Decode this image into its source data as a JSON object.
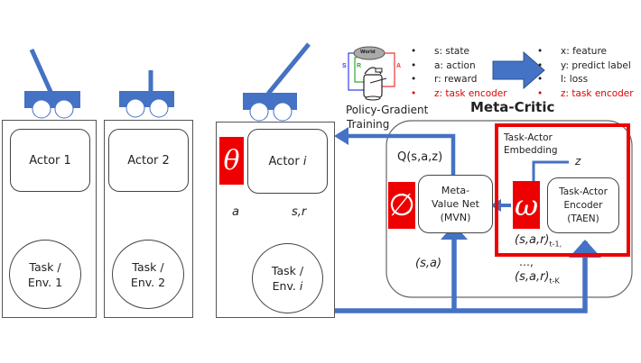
{
  "colors": {
    "arrow_blue": "#4472c4",
    "param_red": "#ee0000",
    "taen_frame_red": "#ee0000"
  },
  "carts": [
    {
      "name": "cart-1",
      "pole": "tilted-left"
    },
    {
      "name": "cart-2",
      "pole": "upright"
    },
    {
      "name": "cart-i",
      "pole": "tilted-right"
    }
  ],
  "actors": [
    {
      "actor_label": "Actor 1",
      "task_line1": "Task /",
      "task_line2": "Env. 1"
    },
    {
      "actor_label": "Actor 2",
      "task_line1": "Task /",
      "task_line2": "Env. 2"
    },
    {
      "actor_label": "Actor ",
      "actor_italic": "i",
      "task_line1": "Task /",
      "task_line2": "Env. ",
      "task_italic": "i"
    }
  ],
  "actor_i_params": {
    "theta": "θ",
    "action_label": "a",
    "state_reward_label": "s,r"
  },
  "rl_icon": {
    "world_label": "World",
    "s_label": "S",
    "r_label": "R",
    "a_label": "A"
  },
  "policy_gradient": {
    "line1": "Policy-Gradient",
    "line2": "Training"
  },
  "rl_terms": [
    {
      "text": "s: state",
      "highlight": false
    },
    {
      "text": "a: action",
      "highlight": false
    },
    {
      "text": "r: reward",
      "highlight": false
    },
    {
      "text": "z: task encoder",
      "highlight": true
    }
  ],
  "sl_terms": [
    {
      "text": "x: feature",
      "highlight": false
    },
    {
      "text": "y: predict label",
      "highlight": false
    },
    {
      "text": "l: loss",
      "highlight": false
    },
    {
      "text": "z: task encoder",
      "highlight": true
    }
  ],
  "bullet": "•",
  "meta_critic": {
    "title": "Meta-Critic",
    "q_label": "Q(s,a,z)",
    "phi": "∅",
    "mvn_line1": "Meta-",
    "mvn_line2": "Value Net",
    "mvn_line3": "(MVN)",
    "sa_label": "(s,a)",
    "tae_line1": "Task-Actor",
    "tae_line2": "Embedding",
    "z_label": "z",
    "omega": "ω",
    "taen_line1": "Task-Actor",
    "taen_line2": "Encoder",
    "taen_line3": "(TAEN)",
    "hist_1": "(s,a,r)",
    "hist_1_sub": "t-1,",
    "hist_dots": "…,",
    "hist_k": "(s,a,r)",
    "hist_k_sub": "t-K"
  }
}
